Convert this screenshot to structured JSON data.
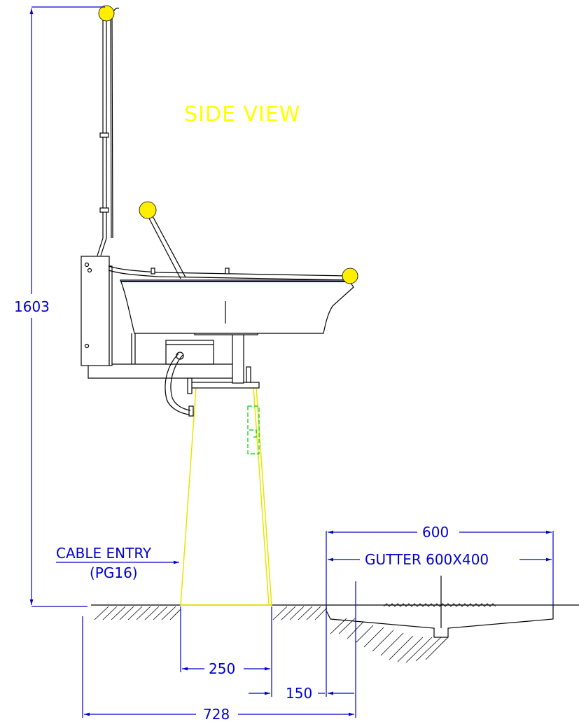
{
  "title": "SIDE VIEW",
  "dimensions": {
    "total_height": "1603",
    "gutter_width": "600",
    "gutter_label": "GUTTER 600X400",
    "base_width": "250",
    "offset": "150",
    "total_length": "728"
  },
  "cable_entry": {
    "line1": "CABLE ENTRY",
    "line2": "(PG16)"
  },
  "colors": {
    "dimension": "#0000cc",
    "outline": "#000000",
    "pole": "#e6e600",
    "lamp": "#ffee00",
    "title": "#ffff00",
    "hidden": "#00cc00"
  }
}
